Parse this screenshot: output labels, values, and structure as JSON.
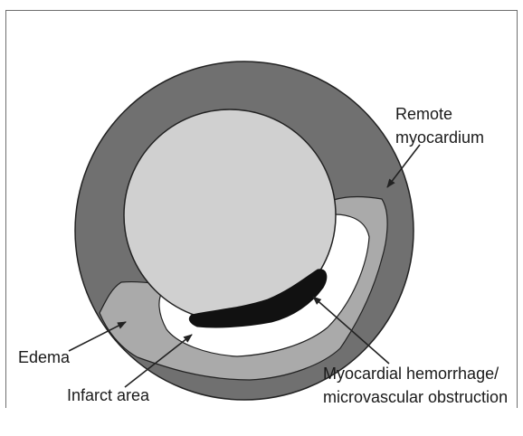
{
  "diagram": {
    "labels": {
      "remote_line1": "Remote",
      "remote_line2": "myocardium",
      "edema": "Edema",
      "infarct": "Infarct area",
      "hemorrhage_line1": "Myocardial hemorrhage/",
      "hemorrhage_line2": "microvascular obstruction"
    },
    "colors": {
      "remote_myocardium": "#707070",
      "lumen": "#d0d0d0",
      "edema": "#aaaaaa",
      "infarct": "#ffffff",
      "hemorrhage": "#111111",
      "outline": "#222222"
    }
  }
}
